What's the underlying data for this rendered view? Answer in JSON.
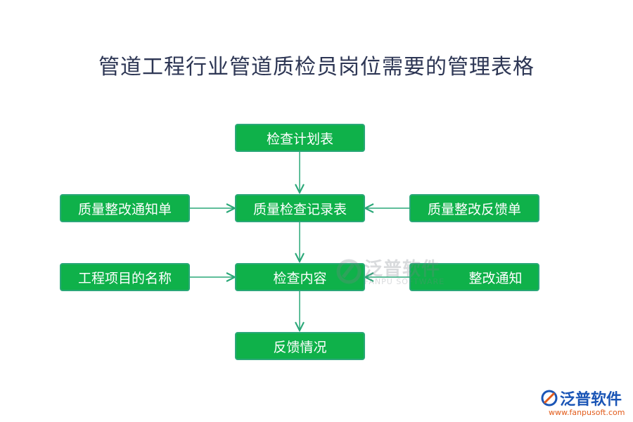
{
  "title": "管道工程行业管道质检员岗位需要的管理表格",
  "nodes": {
    "inspection_plan": "检查计划表",
    "rectification_notice_form": "质量整改通知单",
    "inspection_record": "质量检查记录表",
    "rectification_feedback_form": "质量整改反馈单",
    "project_name": "工程项目的名称",
    "inspection_content": "检查内容",
    "rectification_notice": "整改通知",
    "feedback_status": "反馈情况"
  },
  "watermark": {
    "name": "泛普软件",
    "english": "FANPU SOFTWARE"
  },
  "brand": {
    "name": "泛普软件",
    "url": "www.fanpusoft.com"
  },
  "colors": {
    "node_fill": "#0fb14a",
    "node_border": "#2aa878",
    "edge": "#2aa878",
    "title": "#2d3654"
  }
}
